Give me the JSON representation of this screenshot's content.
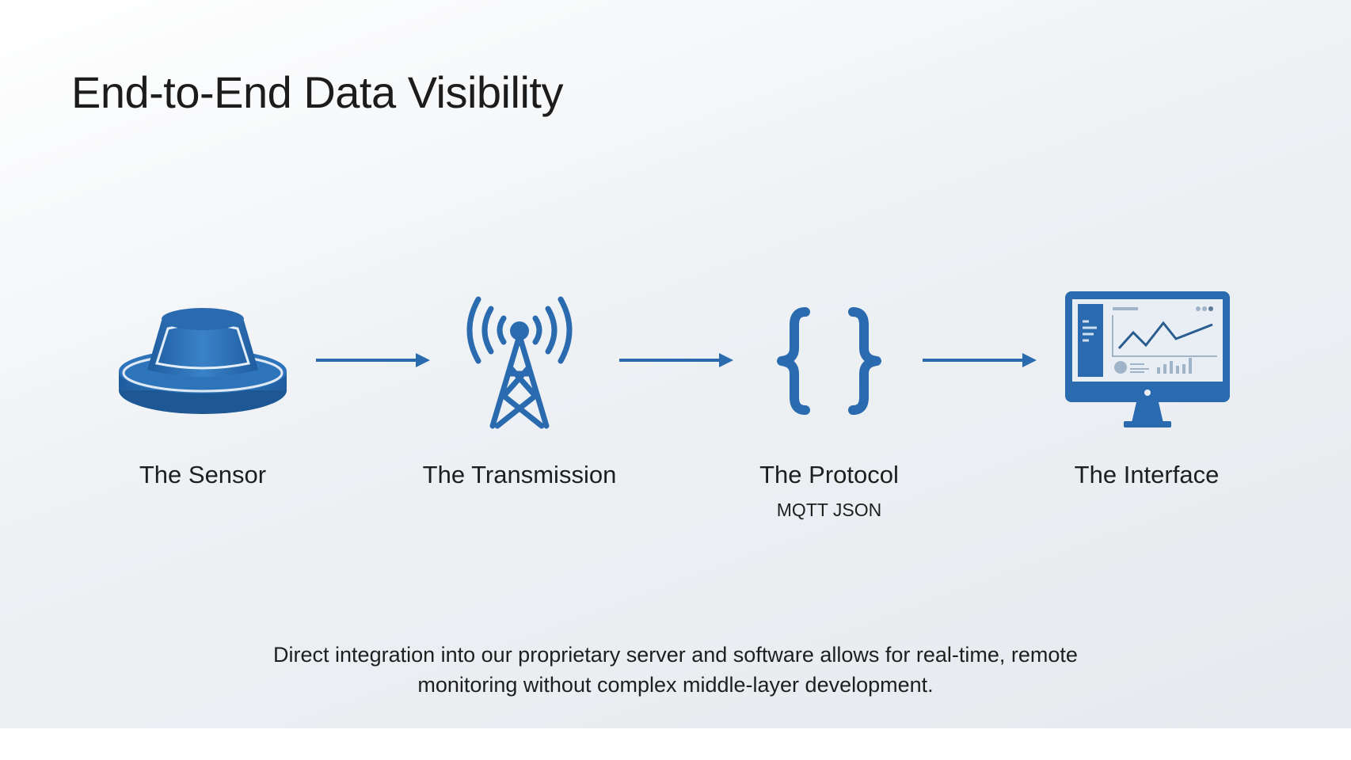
{
  "title": "End-to-End Data Visibility",
  "accent_color": "#2a6bb0",
  "steps": [
    {
      "label": "The Sensor",
      "icon": "sensor-icon"
    },
    {
      "label": "The Transmission",
      "icon": "radio-tower-icon"
    },
    {
      "label": "The Protocol",
      "sub": "MQTT JSON",
      "icon": "curly-braces-icon"
    },
    {
      "label": "The Interface",
      "icon": "monitor-dashboard-icon"
    }
  ],
  "footer_lines": [
    "Direct integration into our proprietary server and software allows for real-time, remote",
    "monitoring without complex middle-layer development."
  ]
}
